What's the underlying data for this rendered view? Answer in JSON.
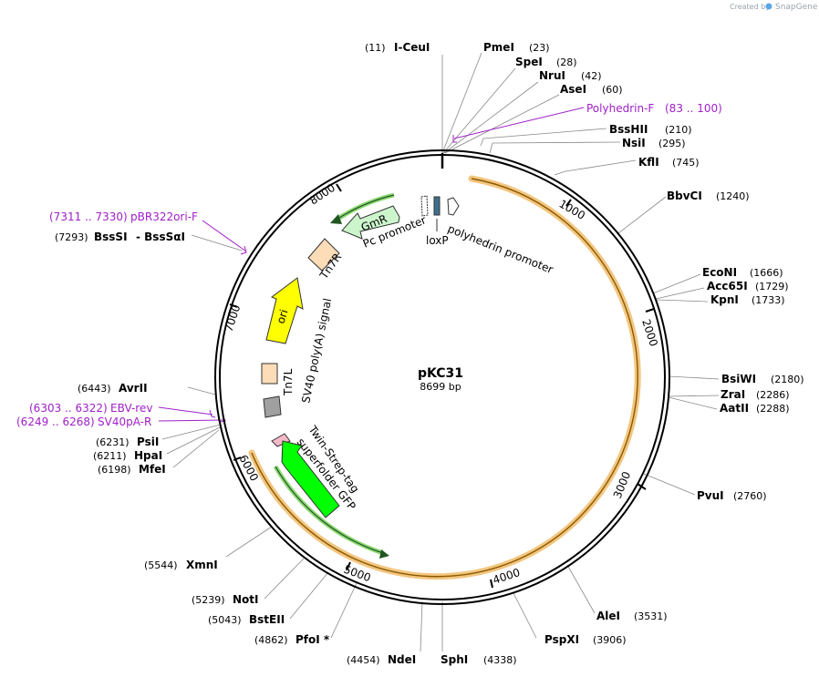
{
  "credit": {
    "created_by": "Created by",
    "brand": "SnapGene"
  },
  "plasmid": {
    "name": "pKC31",
    "length": "8699 bp"
  },
  "ticks": [
    "1000",
    "2000",
    "3000",
    "4000",
    "5000",
    "6000",
    "7000",
    "8000"
  ],
  "sites_left": [
    {
      "name": "I-CeuI",
      "pos": "(11)"
    },
    {
      "name": "BssSI",
      "name2": "- BssSαI",
      "pos": "(7293)"
    },
    {
      "name": "AvrII",
      "pos": "(6443)"
    },
    {
      "name": "PsiI",
      "pos": "(6231)"
    },
    {
      "name": "HpaI",
      "pos": "(6211)"
    },
    {
      "name": "MfeI",
      "pos": "(6198)"
    },
    {
      "name": "XmnI",
      "pos": "(5544)"
    },
    {
      "name": "NotI",
      "pos": "(5239)"
    },
    {
      "name": "BstEII",
      "pos": "(5043)"
    },
    {
      "name": "PfoI *",
      "pos": "(4862)"
    },
    {
      "name": "NdeI",
      "pos": "(4454)"
    }
  ],
  "sites_right": [
    {
      "name": "PmeI",
      "pos": "(23)"
    },
    {
      "name": "SpeI",
      "pos": "(28)"
    },
    {
      "name": "NruI",
      "pos": "(42)"
    },
    {
      "name": "AseI",
      "pos": "(60)"
    },
    {
      "name": "BssHII",
      "pos": "(210)"
    },
    {
      "name": "NsiI",
      "pos": "(295)"
    },
    {
      "name": "KflI",
      "pos": "(745)"
    },
    {
      "name": "BbvCI",
      "pos": "(1240)"
    },
    {
      "name": "EcoNI",
      "pos": "(1666)"
    },
    {
      "name": "Acc65I",
      "pos": "(1729)"
    },
    {
      "name": "KpnI",
      "pos": "(1733)"
    },
    {
      "name": "BsiWI",
      "pos": "(2180)"
    },
    {
      "name": "ZraI",
      "pos": "(2286)"
    },
    {
      "name": "AatII",
      "pos": "(2288)"
    },
    {
      "name": "PvuI",
      "pos": "(2760)"
    },
    {
      "name": "AleI",
      "pos": "(3531)"
    },
    {
      "name": "PspXI",
      "pos": "(3906)"
    },
    {
      "name": "SphI",
      "pos": "(4338)"
    }
  ],
  "primers": [
    {
      "name": "Polyhedrin-F",
      "range": "(83 .. 100)"
    },
    {
      "name": "pBR322ori-F",
      "range": "(7311 .. 7330)"
    },
    {
      "name": "EBV-rev",
      "range": "(6303 .. 6322)"
    },
    {
      "name": "SV40pA-R",
      "range": "(6249 .. 6268)"
    }
  ],
  "features": {
    "polyhedrin_promoter": "polyhedrin promoter",
    "loxp": "loxP",
    "pc_promoter": "Pc promoter",
    "gmr": "GmR",
    "tn7r": "Tn7R",
    "ori": "ori",
    "sv40": "SV40 poly(A) signal",
    "tn7l": "Tn7L",
    "twin_strep": "Twin-Strep-tag",
    "sfgfp": "superfolder GFP"
  },
  "colors": {
    "backbone": "#000000",
    "orf": "#f0b860",
    "gmr": "#ccf5cc",
    "ori": "#ffff00",
    "tn7": "#fddcb8",
    "sv40": "#a0a0a0",
    "sfgfp": "#00ff00",
    "twin_strep": "#f4b8c8",
    "loxp": "#3f6f8f",
    "primer": "#a020c8"
  }
}
